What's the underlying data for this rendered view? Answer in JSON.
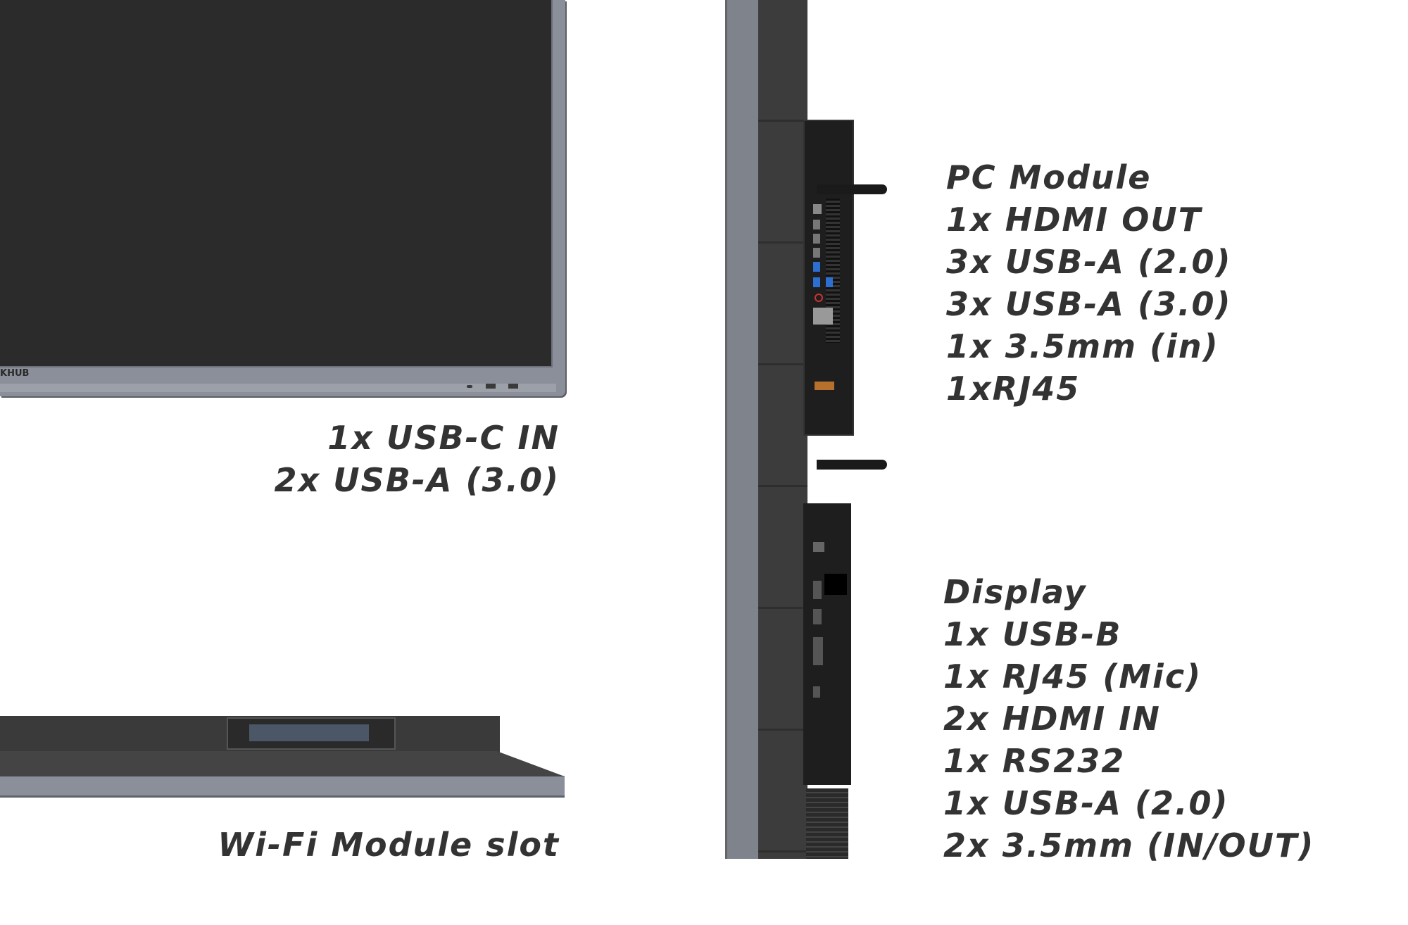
{
  "front_view": {
    "brand_fragment": "KHUB",
    "ports": [
      "1x USB-C IN",
      "2x USB-A (3.0)"
    ]
  },
  "bottom_view": {
    "caption": "Wi-Fi Module slot"
  },
  "pc_module": {
    "title": "PC Module",
    "ports": [
      "1x HDMI OUT",
      "3x USB-A (2.0)",
      "3x USB-A (3.0)",
      "1x 3.5mm (in)",
      "1xRJ45"
    ]
  },
  "display": {
    "title": "Display",
    "ports": [
      "1x USB-B",
      "1x RJ45 (Mic)",
      "2x HDMI IN",
      "1x RS232",
      "1x USB-A (2.0)",
      "2x 3.5mm (IN/OUT)"
    ]
  },
  "colors": {
    "frame": "#8a8f99",
    "screen": "#2b2b2b",
    "text": "#333333",
    "module": "#1e1e1e"
  }
}
